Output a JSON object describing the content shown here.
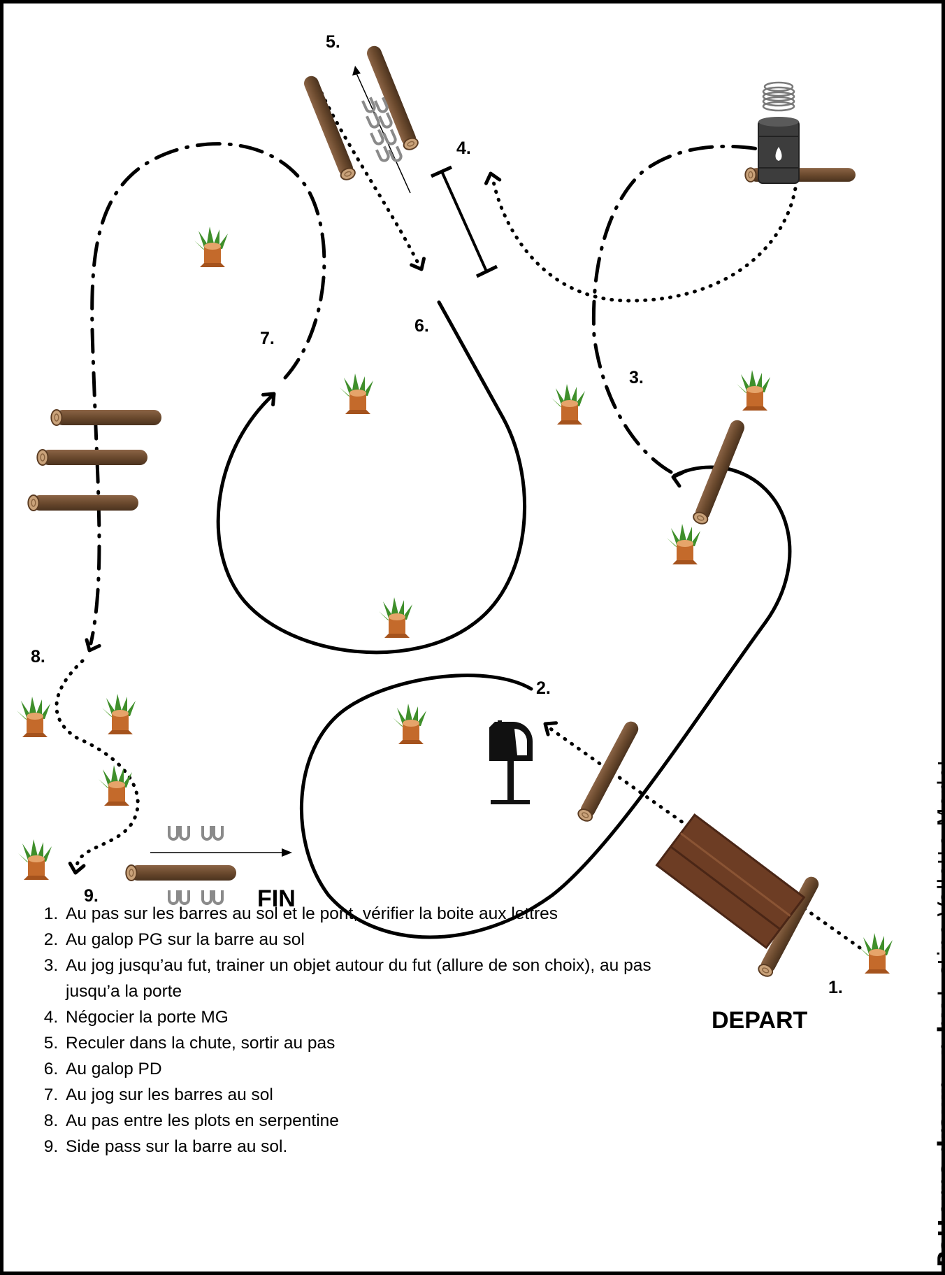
{
  "labels": {
    "n1": "1.",
    "n2": "2.",
    "n3": "3.",
    "n4": "4.",
    "n5": "5.",
    "n6": "6.",
    "n7": "7.",
    "n8": "8.",
    "n9": "9.",
    "start": "DEPART",
    "finish": "FIN"
  },
  "instructions": [
    "Au pas sur les barres au sol et le pont, vérifier la boite aux lettres",
    "Au galop PG sur la barre au sol",
    "Au jog jusqu’au fut, trainer un objet autour du fut (allure de son choix), au pas jusqu’a la porte",
    "Négocier la porte MG",
    "Reculer dans la chute, sortir au pas",
    "Au galop PD",
    "Au jog sur les barres au sol",
    "Au pas entre les plots en serpentine",
    "Side pass sur la barre au sol."
  ],
  "credit": {
    "bold": "Patterns drawn up by",
    "name": " Justine Vallette-Morlet"
  },
  "icons": {
    "log": "log-icon",
    "stump": "tree-stump-icon",
    "barrel": "barrel-icon",
    "rope": "rope-coil-icon",
    "mailbox": "mailbox-icon",
    "gate": "gate-icon",
    "bridge": "bridge-icon",
    "hoofprints": "hoofprint-icon"
  },
  "colors": {
    "wood": "#6b4a2e",
    "bridge": "#6d3d24",
    "stump": "#c46a2b",
    "grass": "#3f8f2b",
    "hoof": "#8a8a8a"
  }
}
